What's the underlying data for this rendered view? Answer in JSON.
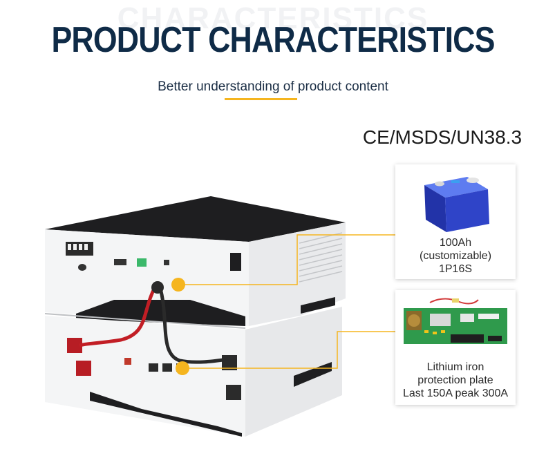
{
  "header": {
    "background_title": "CHARACTERISTICS",
    "title": "PRODUCT CHARACTERISTICS",
    "subtitle": "Better understanding of product content"
  },
  "certification": "CE/MSDS/UN38.3",
  "cards": [
    {
      "image": "lithium-cell-icon",
      "lines": [
        "100Ah",
        "(customizable)",
        "1P16S"
      ]
    },
    {
      "image": "bms-board-icon",
      "lines": [
        "Lithium iron",
        "protection plate",
        "Last 150A peak 300A"
      ]
    }
  ],
  "colors": {
    "accent": "#f5b51f",
    "title": "#0f2b47",
    "cell_blue": "#2f44c8",
    "board_green": "#2f9a4c"
  }
}
